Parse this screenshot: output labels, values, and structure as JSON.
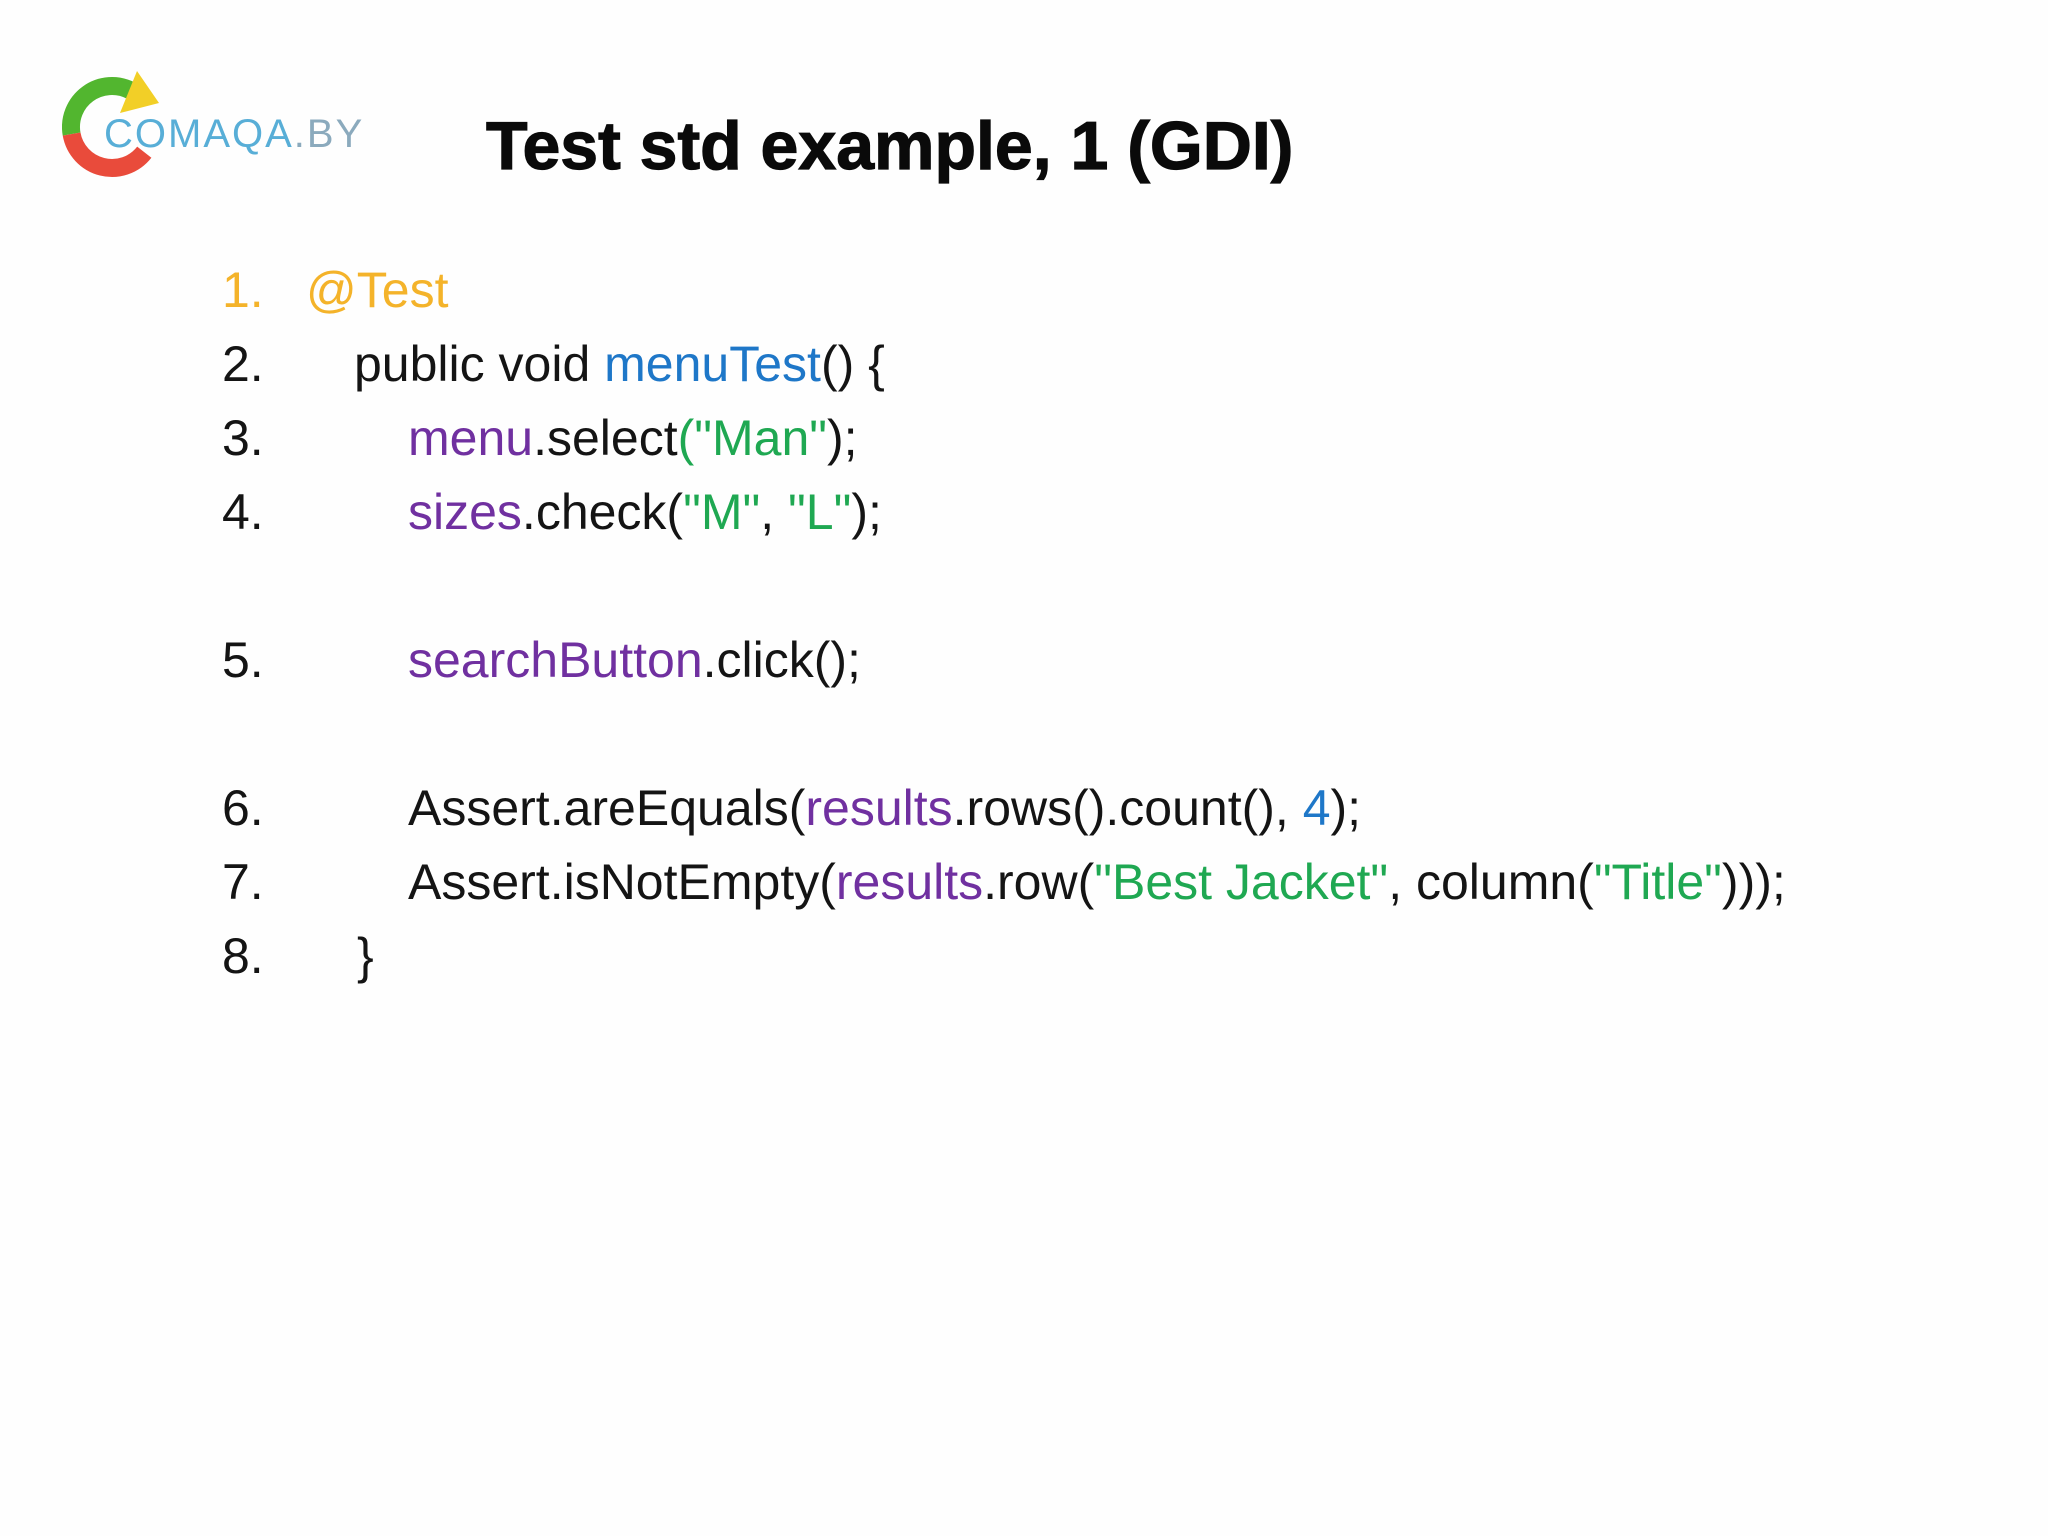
{
  "logo": {
    "name": "COMAQA",
    "tld": ".BY"
  },
  "title": "Test std example, 1 (GDI)",
  "code": {
    "lines": [
      {
        "num": "1.",
        "num_color": "orange",
        "indent": 1,
        "segments": [
          {
            "t": "@Test",
            "c": "orange"
          }
        ]
      },
      {
        "num": "2.",
        "num_color": "black",
        "indent": 2,
        "segments": [
          {
            "t": "public void ",
            "c": "black"
          },
          {
            "t": "menuTest",
            "c": "blue"
          },
          {
            "t": "() {",
            "c": "black"
          }
        ]
      },
      {
        "num": "3.",
        "num_color": "black",
        "indent": 3,
        "segments": [
          {
            "t": "menu",
            "c": "purple"
          },
          {
            "t": ".select",
            "c": "black"
          },
          {
            "t": "(\"Man\"",
            "c": "green"
          },
          {
            "t": ");",
            "c": "black"
          }
        ]
      },
      {
        "num": "4.",
        "num_color": "black",
        "indent": 3,
        "gap_after": true,
        "segments": [
          {
            "t": "sizes",
            "c": "purple"
          },
          {
            "t": ".check(",
            "c": "black"
          },
          {
            "t": "\"M\"",
            "c": "green"
          },
          {
            "t": ", ",
            "c": "black"
          },
          {
            "t": "\"L\"",
            "c": "green"
          },
          {
            "t": ");",
            "c": "black"
          }
        ]
      },
      {
        "num": "5.",
        "num_color": "black",
        "indent": 3,
        "gap_after": true,
        "segments": [
          {
            "t": "searchButton",
            "c": "purple"
          },
          {
            "t": ".click();",
            "c": "black"
          }
        ]
      },
      {
        "num": "6.",
        "num_color": "black",
        "indent": 3,
        "segments": [
          {
            "t": "Assert.areEquals(",
            "c": "black"
          },
          {
            "t": "results",
            "c": "purple"
          },
          {
            "t": ".rows().count(), ",
            "c": "black"
          },
          {
            "t": "4",
            "c": "blue"
          },
          {
            "t": ");",
            "c": "black"
          }
        ]
      },
      {
        "num": "7.",
        "num_color": "black",
        "indent": 3,
        "segments": [
          {
            "t": "Assert.isNotEmpty(",
            "c": "black"
          },
          {
            "t": "results",
            "c": "purple"
          },
          {
            "t": ".row(",
            "c": "black"
          },
          {
            "t": "\"Best Jacket\"",
            "c": "green"
          },
          {
            "t": ", column(",
            "c": "black"
          },
          {
            "t": "\"Title\"",
            "c": "green"
          },
          {
            "t": ")));",
            "c": "black"
          }
        ]
      },
      {
        "num": "8.",
        "num_color": "black",
        "indent": 4,
        "segments": [
          {
            "t": "}",
            "c": "black"
          }
        ]
      }
    ]
  },
  "colors": {
    "background": "#FEFEFE",
    "title_black": "#0A0A0A",
    "code_black": "#141414",
    "code_orange": "#F4B32A",
    "code_blue": "#1E77C8",
    "code_purple": "#7030A0",
    "code_green": "#1FA852",
    "logo_blue": "#58AED7",
    "logo_gray_blue": "#8BAABD",
    "logo_green": "#52B62F",
    "logo_red": "#E94B3B",
    "logo_yellow": "#F2CF27"
  }
}
